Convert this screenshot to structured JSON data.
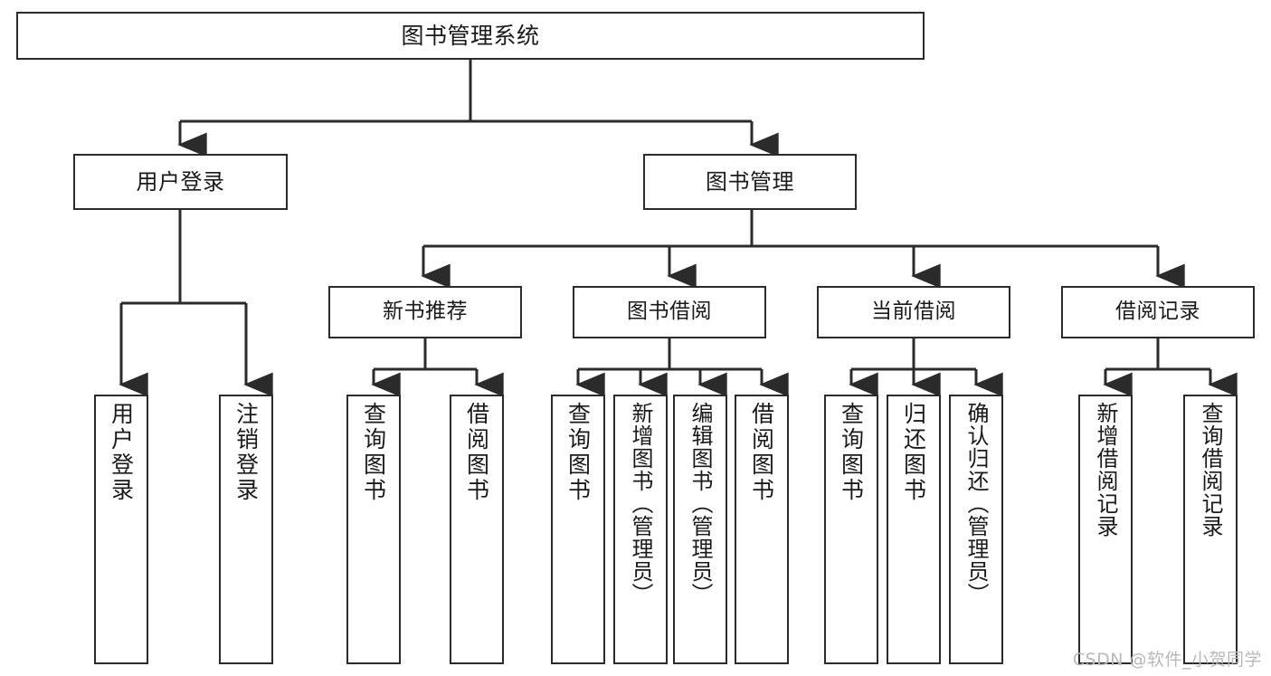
{
  "diagram": {
    "type": "tree",
    "title": "图书管理系统",
    "orientation": "top-down",
    "colors": {
      "box_border": "#2b2b2b",
      "box_fill": "#ffffff",
      "edge": "#2b2b2b",
      "text": "#1a1a1a",
      "watermark": "#b9b9b9"
    }
  },
  "root": {
    "label": "图书管理系统"
  },
  "level2": [
    {
      "label": "用户登录"
    },
    {
      "label": "图书管理"
    }
  ],
  "level3": [
    {
      "label": "新书推荐"
    },
    {
      "label": "图书借阅"
    },
    {
      "label": "当前借阅"
    },
    {
      "label": "借阅记录"
    }
  ],
  "leaves": {
    "user_login": [
      {
        "label": "用户登录"
      },
      {
        "label": "注销登录"
      }
    ],
    "new_book": [
      {
        "label": "查询图书"
      },
      {
        "label": "借阅图书"
      }
    ],
    "borrow_book": [
      {
        "label": "查询图书"
      },
      {
        "label": "新增图书（管理员）"
      },
      {
        "label": "编辑图书（管理员）"
      },
      {
        "label": "借阅图书"
      }
    ],
    "current_borrow": [
      {
        "label": "查询图书"
      },
      {
        "label": "归还图书"
      },
      {
        "label": "确认归还（管理员）"
      }
    ],
    "borrow_record": [
      {
        "label": "新增借阅记录"
      },
      {
        "label": "查询借阅记录"
      }
    ]
  },
  "watermark": {
    "text": "CSDN @软件_小贺同学"
  }
}
